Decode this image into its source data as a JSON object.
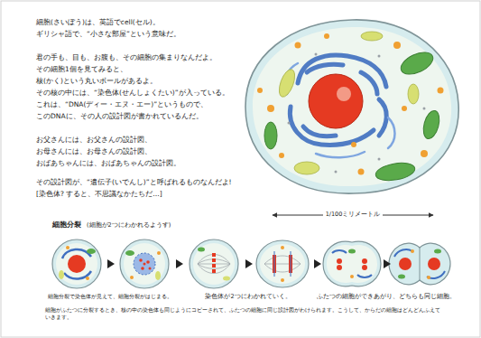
{
  "diagram": {
    "labels": [
      "細胞(さいぼう)は、英語でcell(セル)。",
      "ギリシャ語で、“小さな部屋”という意味だ。",
      "君の手も、目も、お腹も、その細胞の集まりなんだよ。",
      "その細胞1個を見てみると、",
      "核(かく)という丸いボールがあるよ。",
      "その核の中には、“染色体(せんしょくたい)”が入っている。",
      "これは、“DNA(ディー・エヌ・エー)”というもので、",
      "このDNAに、その人の設計図が書かれているんだ。",
      "お父さんには、お父さんの設計図、",
      "お母さんには、お母さんの設計図、",
      "おばあちゃんには、おばあちゃんの設計図。",
      "その設計図が、“遺伝子(いでんし)”と呼ばれるものなんだよ!",
      "[染色体? すると、不思議なかたちだ…]",
      "1/100ミリメートル",
      "細胞分裂",
      "(細胞が2つにわかれるようす)",
      "細胞分裂で染色体が見えて、細胞分裂がはじまる。",
      "染色体が2つにわかれていく。",
      "ふたつの細胞ができあがり、どちらも同じ細胞。",
      "細胞がふたつに分裂するとき、核の中の染色体も同じようにコピーされて、ふたつの細胞に同じ設計図がわけられます。こうして、からだの細胞はどんどんふえていきます。"
    ]
  }
}
